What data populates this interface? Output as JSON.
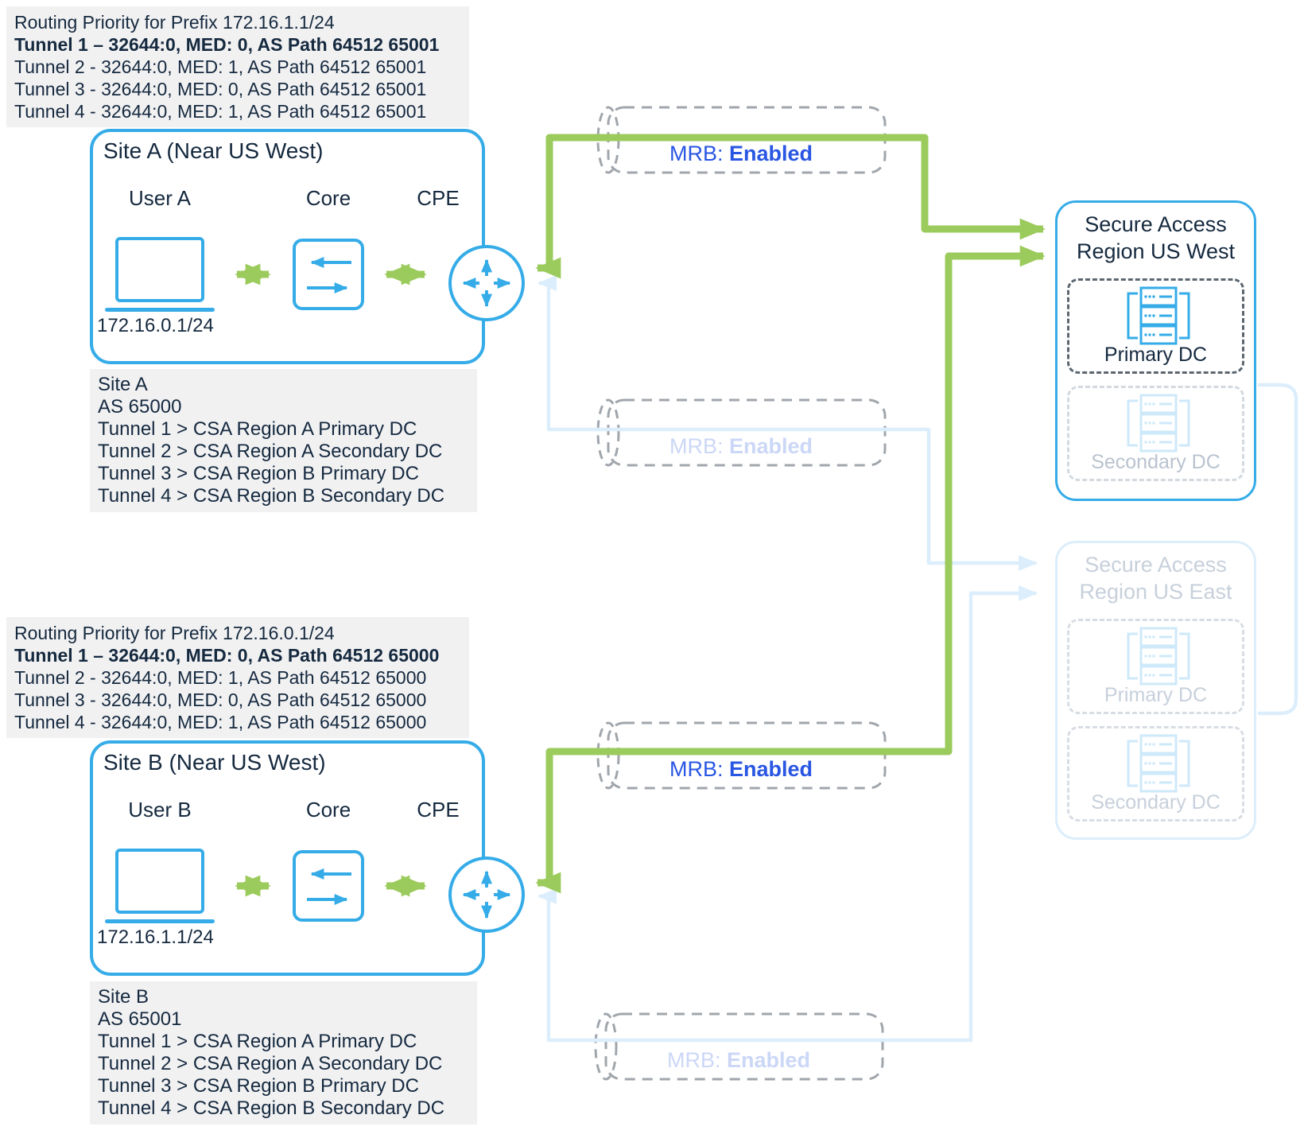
{
  "routing_a": {
    "title": "Routing Priority for Prefix 172.16.1.1/24",
    "t1": "Tunnel 1 – 32644:0, MED: 0, AS Path 64512 65001",
    "t2": "Tunnel 2 - 32644:0, MED: 1, AS Path 64512 65001",
    "t3": "Tunnel 3 - 32644:0, MED: 0, AS Path 64512 65001",
    "t4": "Tunnel 4 - 32644:0, MED: 1, AS Path 64512 65001"
  },
  "routing_b": {
    "title": "Routing Priority for Prefix 172.16.0.1/24",
    "t1": "Tunnel 1 – 32644:0, MED: 0, AS Path 64512 65000",
    "t2": "Tunnel 2 - 32644:0, MED: 1, AS Path 64512 65000",
    "t3": "Tunnel 3 - 32644:0, MED: 0, AS Path 64512 65000",
    "t4": "Tunnel 4 - 32644:0, MED: 1, AS Path 64512 65000"
  },
  "site_a": {
    "title": "Site A (Near US West)",
    "user": "User A",
    "core": "Core",
    "cpe": "CPE",
    "subnet": "172.16.0.1/24"
  },
  "site_a_info": {
    "name": "Site A",
    "asn": "AS 65000",
    "t1": "Tunnel 1 > CSA Region A Primary DC",
    "t2": "Tunnel 2 > CSA Region A Secondary DC",
    "t3": "Tunnel 3 > CSA Region B Primary DC",
    "t4": "Tunnel 4 > CSA Region B Secondary DC"
  },
  "site_b": {
    "title": "Site B (Near US West)",
    "user": "User B",
    "core": "Core",
    "cpe": "CPE",
    "subnet": "172.16.1.1/24"
  },
  "site_b_info": {
    "name": "Site B",
    "asn": "AS 65001",
    "t1": "Tunnel 1 > CSA Region A Primary DC",
    "t2": "Tunnel 2 > CSA Region A Secondary DC",
    "t3": "Tunnel 3 > CSA Region B Primary DC",
    "t4": "Tunnel 4 > CSA Region B Secondary DC"
  },
  "mrb": {
    "prefix": "MRB: ",
    "value": "Enabled"
  },
  "region_west": {
    "title_line1": "Secure Access",
    "title_line2": "Region US West",
    "primary": "Primary DC",
    "secondary": "Secondary DC"
  },
  "region_east": {
    "title_line1": "Secure Access",
    "title_line2": "Region US East",
    "primary": "Primary DC",
    "secondary": "Secondary DC"
  },
  "colors": {
    "accent_blue": "#35ACE8",
    "active_green": "#9BCB5C",
    "mrb_blue": "#2956E3",
    "mrb_faded": "#CBD7F7",
    "navy_text": "#15293F",
    "faded_path": "#DCEEFB"
  }
}
